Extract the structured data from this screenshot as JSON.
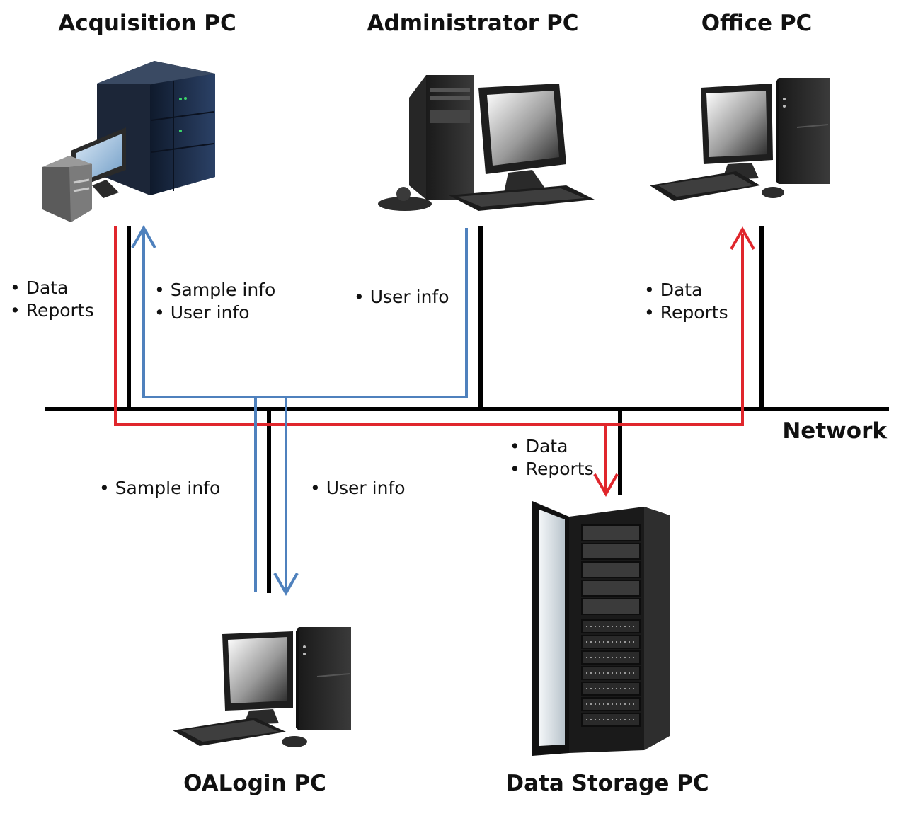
{
  "nodes": {
    "acquisition": {
      "title": "Acquisition PC",
      "icon": "workstation-tower-icon"
    },
    "administrator": {
      "title": "Administrator PC",
      "icon": "desktop-computer-icon"
    },
    "office": {
      "title": "Office PC",
      "icon": "desktop-computer-icon"
    },
    "oalogin": {
      "title": "OALogin PC",
      "icon": "desktop-computer-icon"
    },
    "storage": {
      "title": "Data Storage PC",
      "icon": "server-rack-icon"
    }
  },
  "network_label": "Network",
  "flows": {
    "acq_out": [
      "• Data",
      "• Reports"
    ],
    "acq_in": [
      "• Sample info",
      "• User info"
    ],
    "admin_out": [
      "• User info"
    ],
    "office_in": [
      "• Data",
      "• Reports"
    ],
    "storage_in": [
      "• Data",
      "• Reports"
    ],
    "oalogin_out": [
      "• Sample info"
    ],
    "oalogin_in": [
      "• User info"
    ]
  },
  "colors": {
    "network_line": "#000000",
    "data_flow": "#e0262c",
    "info_flow": "#4f81bd"
  }
}
